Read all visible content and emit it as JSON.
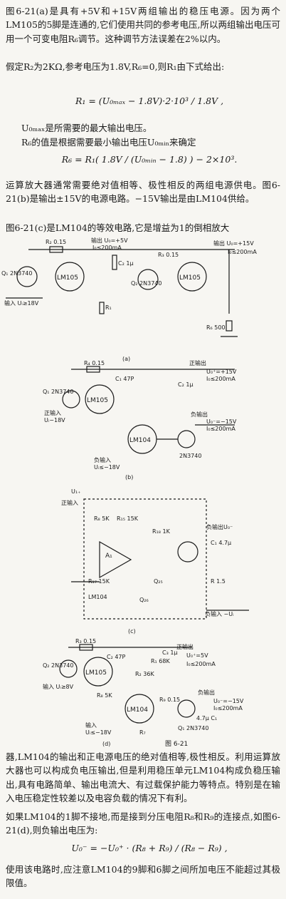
{
  "text": {
    "p1": "图6-21(a)是具有+5V和+15V两组输出的稳压电源。因为两个LM105的5脚是连通的,它们使用共同的参考电压,所以两组输出电压可用一个可变电阻R₆调节。这种调节方法误差在2%以内。",
    "p2": "假定R₂为2KΩ,参考电压为1.8V,R₆=0,则R₁由下式给出:",
    "f1": "R₁ = (U₀ₘₐₓ − 1.8V)·2·10³ / 1.8V ,",
    "p3": "U₀ₘₐₓ是所需要的最大输出电压。",
    "p4": "R₆的值是根据需要最小输出电压U₀ₘᵢₙ来确定",
    "f2": "R₆ = R₁( 1.8V / (U₀ₘᵢₙ − 1.8) ) − 2×10³.",
    "p5": "运算放大器通常需要绝对值相等、极性相反的两组电源供电。图6-21(b)是输出±15V的电源电路。−15V输出是由LM104供给。",
    "p6": "图6-21(c)是LM104的等效电路,它是增益为1的倒相放大",
    "p7": "器,LM104的输出和正电源电压的绝对值相等,极性相反。利用运算放大器也可以构成负电压输出,但是利用稳压单元LM104构成负稳压输出,具有电路简单、输出电流大、有过载保护能力等特点。特别是在输入电压稳定性较差以及电容负载的情况下有利。",
    "p8": "如果LM104的1脚不接地,而是接到分压电阻R₈和R₉的连接点,如图6-21(d),则负输出电压为:",
    "f3": "U₀⁻ = −U₀⁺ · (R₈ + R₉) / (R₈ − R₉) ,",
    "p9": "使用该电路时,应注意LM104的9脚和6脚之间所加电压不能超过其极限值。"
  },
  "figure": {
    "caption": "图 6-21",
    "sub_a": "(a)",
    "sub_b": "(b)",
    "sub_c": "(c)",
    "sub_d": "(d)",
    "a": {
      "r_top": "R₂ 0.15",
      "note": "输出 U₀=+5V",
      "io": "I₀≤200mA",
      "c2": "C₂ 1μ",
      "q1": "Q₁ 2N3740",
      "ic": "LM105",
      "in": "输入 Uᵢ≥18V",
      "r1": "R₁",
      "q2": "Q₂ 2N3740",
      "r3": "R₃ 0.15",
      "out": "输出 U₀=+15V",
      "io2": "I₀≤200mA",
      "r6": "R₆ 500"
    },
    "b": {
      "r4": "R₄ 0.15",
      "c1": "C₁ 47P",
      "ic1": "LM105",
      "ic2": "LM104",
      "q1": "Q₁ 2N3740",
      "pos_in": "正输入",
      "ui": "Uᵢ−18V",
      "pos_out": "正输出",
      "u_pos": "U₀⁺=+15V",
      "io": "I₀≤200mA",
      "neg_out": "负输出",
      "u_neg": "U₀⁻=−15V",
      "io2": "I₀≤200mA",
      "neg_in": "负输入",
      "ui2": "Uᵢ≤−18V",
      "q2": "2N3740",
      "c2": "C₂ 1μ"
    },
    "c": {
      "u_plus": "U₁₊",
      "pos_in": "正输入",
      "r8": "R₈ 5K",
      "r15": "R₁₅ 15K",
      "r18": "R₁₈ 1K",
      "a1": "A₁",
      "r17": "R₁₇ 15K",
      "ic": "LM104",
      "neg_out": "负输出U₀⁻",
      "c1": "C₁ 4.7μ",
      "r": "R 1.5",
      "neg_in": "负输入 −Uᵢ",
      "q26": "Q₂₆",
      "q25": "Q₂₅"
    },
    "d": {
      "r3": "R₃ 0.15",
      "c2": "C₂ 47P",
      "q2": "Q₂ 2N3740",
      "ic1": "LM105",
      "in": "输入 Uᵢ≥8V",
      "r1": "R₁ 68K",
      "r2": "R₂ 36K",
      "pos_out": "正输出",
      "u_pos": "U₀⁺=5V",
      "io": "I₀≤200mA",
      "c3": "C₃ 1μ",
      "r8": "R₈ 5K",
      "ic2": "LM104",
      "r9": "R₉ 0.15",
      "neg_out": "负输出",
      "u_neg": "U₀⁻=−15V",
      "io2": "I₀≤200mA",
      "neg_in": "输入",
      "ui2": "Uᵢ≤−18V",
      "r7": "R₇",
      "q1": "Q₁ 2N3740",
      "c1": "4.7μ C₁"
    }
  }
}
